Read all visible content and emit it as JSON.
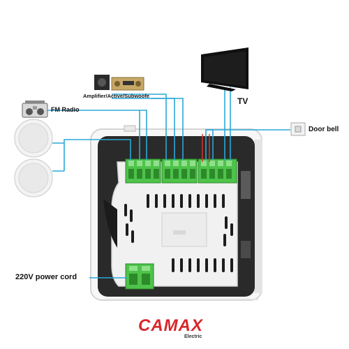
{
  "labels": {
    "amplifier": "Amplifier/Active/Subwoofe",
    "fm_radio": "FM Radio",
    "tv": "TV",
    "door_bell": "Door bell",
    "power_cord": "220V power cord"
  },
  "brand": {
    "name": "CAMAX",
    "sub": "Electric",
    "color": "#d8262b"
  },
  "colors": {
    "wire": "#2aa8d8",
    "wire_red": "#e0332f",
    "terminal_green": "#4ec34a",
    "panel_dark": "#2a2a2a",
    "panel_white": "#f3f3f3"
  },
  "icons": [
    "speaker-icon",
    "speaker-icon",
    "radio-icon",
    "amplifier-icon",
    "tv-icon",
    "doorbell-icon"
  ]
}
